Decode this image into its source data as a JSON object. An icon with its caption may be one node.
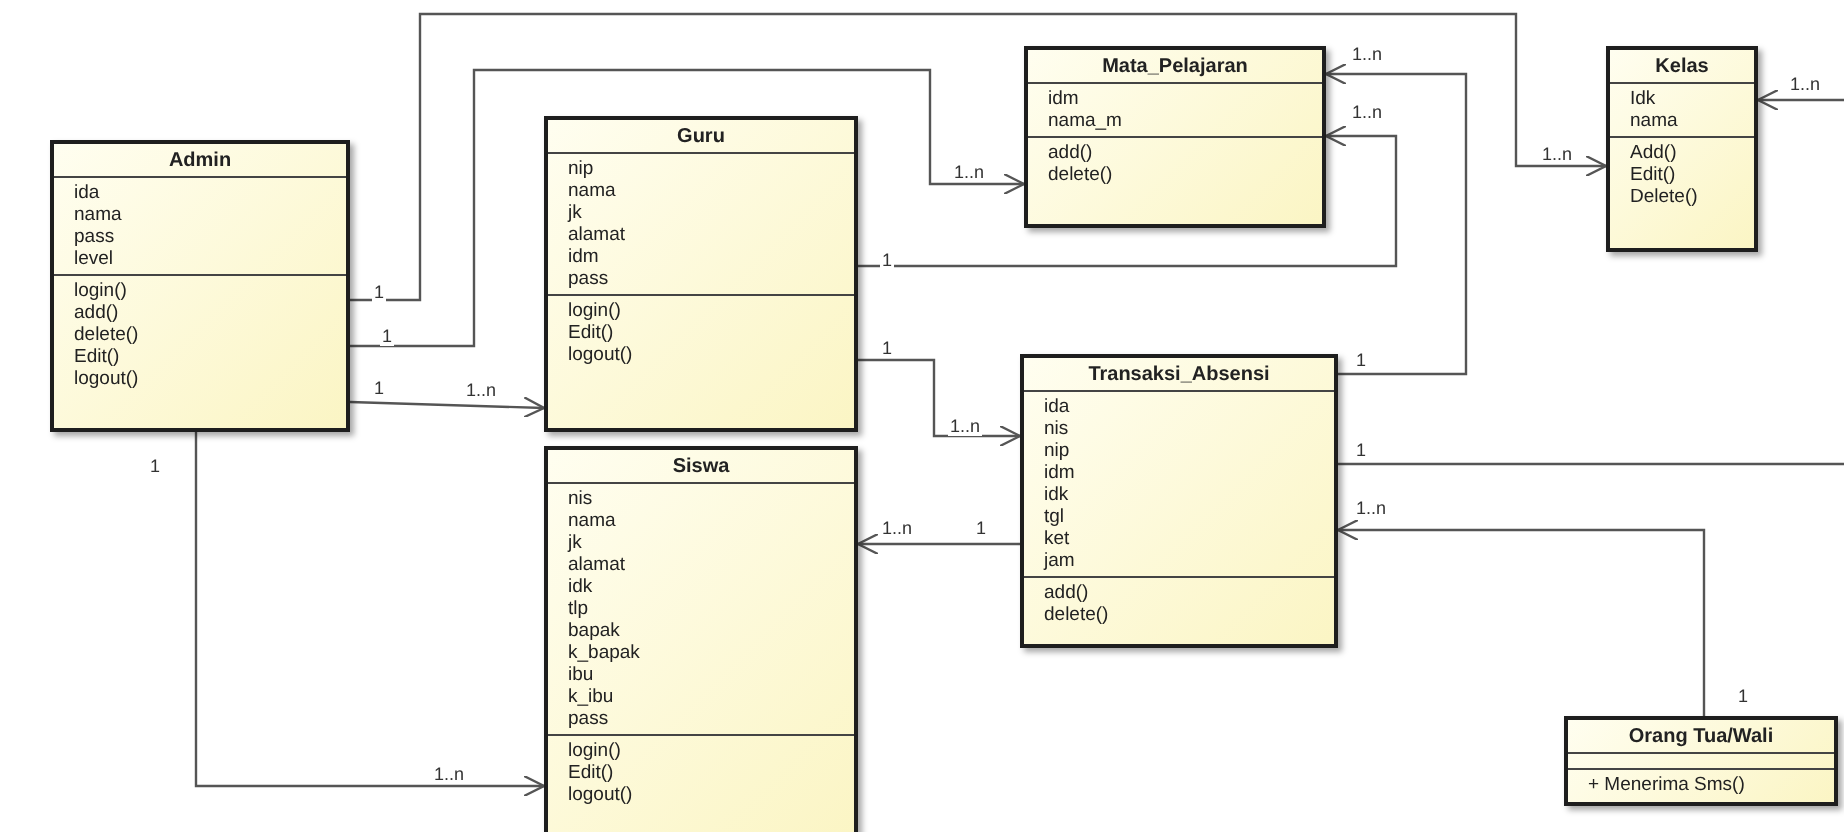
{
  "diagram": {
    "nodes": [
      {
        "text": [
          "Admin",
          "ida",
          "nama",
          "pass",
          "level",
          "login()",
          "add()",
          "delete()",
          "Edit()",
          "logout()"
        ]
      },
      {
        "text": [
          "Guru",
          "nip",
          "nama",
          "jk",
          "alamat",
          "idm",
          "pass",
          "login()",
          "Edit()",
          "logout()"
        ]
      },
      {
        "text": [
          "Mata_Pelajaran",
          "idm",
          "nama_m",
          "add()",
          "delete()"
        ]
      },
      {
        "text": [
          "Kelas",
          "Idk",
          "nama",
          "Add()",
          "Edit()",
          "Delete()"
        ]
      },
      {
        "text": [
          "Transaksi_Absensi",
          "ida",
          "nis",
          "nip",
          "idm",
          "idk",
          "tgl",
          "ket",
          "jam",
          "add()",
          "delete()"
        ]
      },
      {
        "text": [
          "Siswa",
          "nis",
          "nama",
          "jk",
          "alamat",
          "idk",
          "tlp",
          "bapak",
          "k_bapak",
          "ibu",
          "k_ibu",
          "pass",
          "login()",
          "Edit()",
          "logout()"
        ]
      },
      {
        "text": [
          "Orang Tua/Wali",
          "+ Menerima Sms()"
        ]
      }
    ],
    "edges": [
      {
        "from": 0,
        "to": 3,
        "arrow": "to"
      },
      {
        "from": 0,
        "to": 2,
        "arrow": "to"
      },
      {
        "from": 0,
        "to": 1,
        "arrow": "to"
      },
      {
        "from": 0,
        "to": 5,
        "arrow": "to"
      },
      {
        "from": 1,
        "to": 2,
        "arrow": "to"
      },
      {
        "from": 4,
        "to": 2,
        "arrow": "to"
      },
      {
        "from": 1,
        "to": 4,
        "arrow": "to"
      },
      {
        "from": 4,
        "to": 5,
        "arrow": "to"
      },
      {
        "from": 4,
        "to": null,
        "arrow": "none"
      },
      {
        "from": 6,
        "to": 4,
        "arrow": "to"
      },
      {
        "from": null,
        "to": 3,
        "arrow": "to"
      }
    ],
    "labels": [
      "1..n",
      "1..n",
      "1..n",
      "1..n",
      "1..n",
      "1",
      "1",
      "1",
      "1",
      "1",
      "1",
      "1..n",
      "1..n",
      "1",
      "1",
      "1..n",
      "1..n",
      "1",
      "1",
      "1..n"
    ]
  }
}
